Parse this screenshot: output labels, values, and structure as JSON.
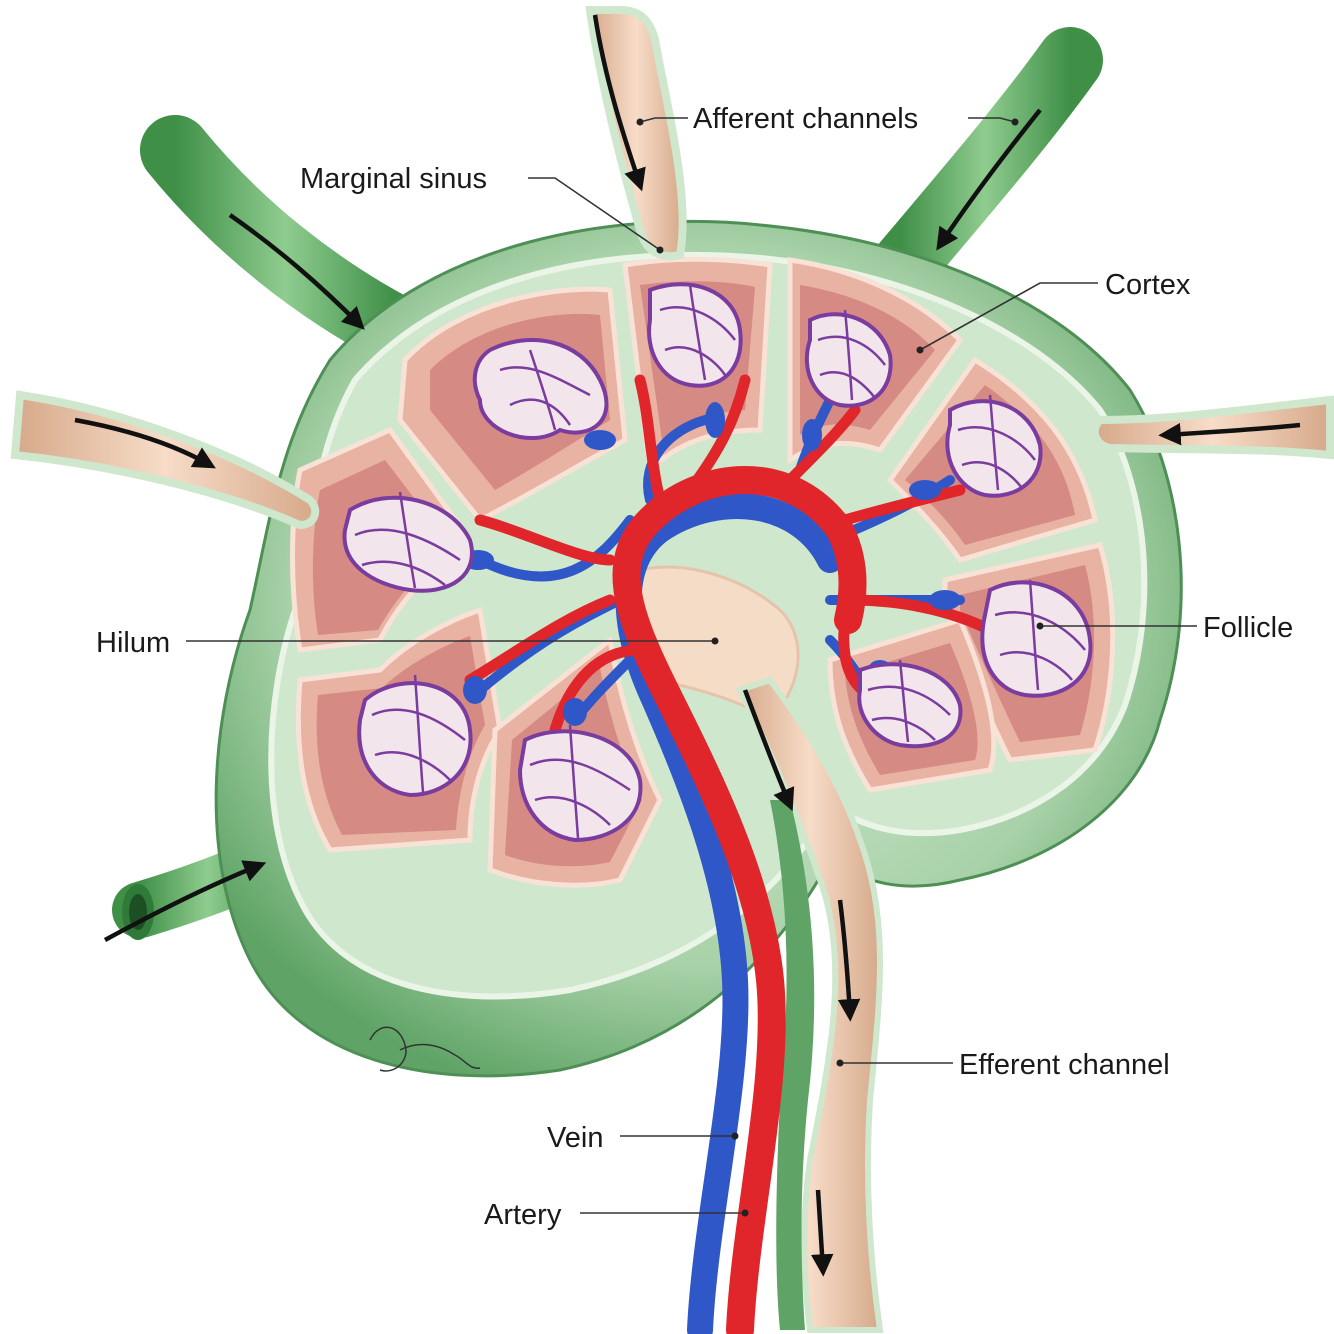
{
  "labels": {
    "afferent": "Afferent channels",
    "marginal": "Marginal sinus",
    "cortex": "Cortex",
    "hilum": "Hilum",
    "follicle": "Follicle",
    "efferent": "Efferent channel",
    "vein": "Vein",
    "artery": "Artery"
  },
  "colors": {
    "capsule": "#a9d2a9",
    "capsule_dark": "#6fae73",
    "sinus": "#f3cdb6",
    "cortex": "#d98c86",
    "follicle_fill": "#f2e6ec",
    "follicle_line": "#7a3c9e",
    "artery": "#e0262a",
    "vein": "#2f57c8",
    "lymph_vessel": "#7cbd7c"
  },
  "icons": {
    "flow_arrow": "flow-arrow-icon"
  }
}
